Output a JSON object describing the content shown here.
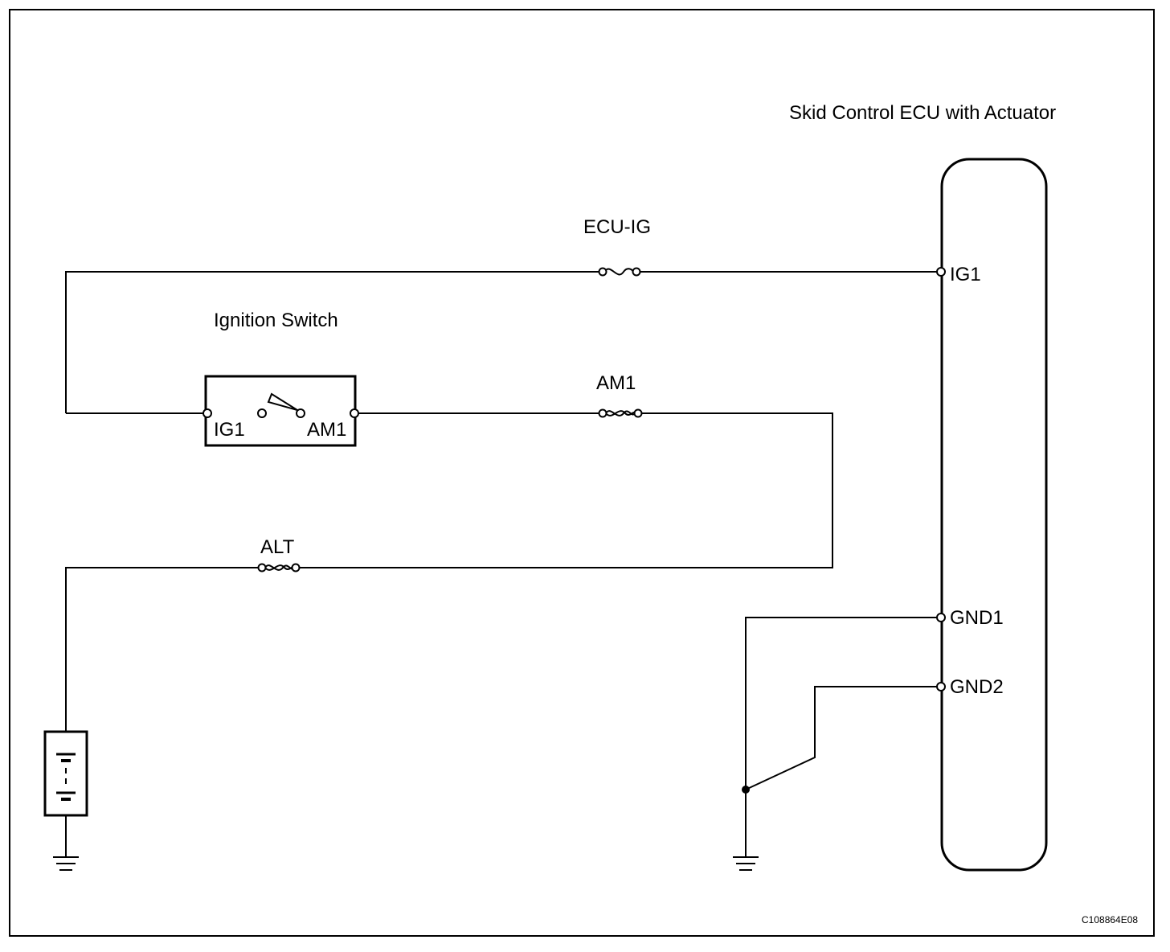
{
  "ecu": {
    "title": "Skid Control ECU with Actuator",
    "pins": {
      "ig1": "IG1",
      "gnd1": "GND1",
      "gnd2": "GND2"
    }
  },
  "fuses": {
    "ecu_ig": "ECU-IG",
    "am1": "AM1",
    "alt": "ALT"
  },
  "ignition_switch": {
    "title": "Ignition Switch",
    "terminals": {
      "ig1": "IG1",
      "am1": "AM1"
    }
  },
  "figure_code": "C108864E08"
}
